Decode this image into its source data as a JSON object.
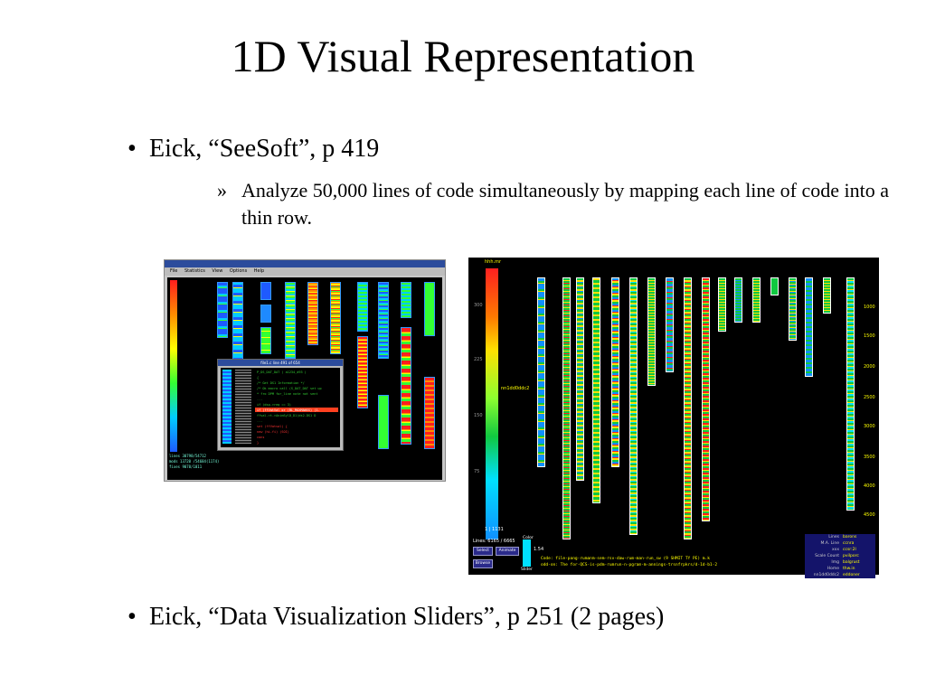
{
  "slide": {
    "title": "1D Visual Representation",
    "bullet_glyph": "•",
    "sub_bullet_glyph": "»",
    "bullets": [
      {
        "text": "Eick, “SeeSoft”,  p 419",
        "sub": [
          "Analyze 50,000 lines of code simultaneously by mapping each line of code into a thin row."
        ]
      },
      {
        "text": "Eick, “Data Visualization Sliders”,  p 251  (2 pages)"
      }
    ]
  },
  "seesoft_window": {
    "menu": [
      "File",
      "Statistics",
      "View",
      "Options",
      "Help"
    ],
    "dialog_title": "file1.c  line 491 of 654",
    "stats": [
      "lines  30798/54712",
      "mods   13720 /54684(1174)",
      "fixes  9078/1011"
    ],
    "code_lines": [
      "P_DS_DAT_DAT ( a1234_d93 )",
      "{",
      "  /* Get DS1 Information */",
      "  /* Ok macro call (S_DAT_DAT set up",
      "  * fro DPM for_line note not sent",
      "  ...",
      "  if (dsp->req == 3)",
      "  if (ffVatVal or (BL_MAXMANSS) (1-",
      "  ffval->t->AnimSylD_D1(ds2.DS1 D",
      "  ...",
      "  set (ffVatval) {",
      "  new (hi-fi) (SOI)",
      "    cons",
      "  }"
    ]
  },
  "seesoft_display": {
    "scale_caption": "hhh.mr",
    "scale_ticks": [
      "300",
      "225",
      "150",
      "75"
    ],
    "scale_readout": "1 | 1131",
    "side_label": "nn1dd0ddc2",
    "right_ticks": [
      "1000",
      "1500",
      "2000",
      "2500",
      "3000",
      "3500",
      "4000",
      "4500"
    ],
    "status_line": "Lines: 6165 / 6665",
    "buttons": [
      "Select",
      "Animate",
      "Browse"
    ],
    "color_caption": [
      "Color",
      "Slider"
    ],
    "color_value": "1.54",
    "info_lines": [
      "Code: file-pang-rumanm-sem-rsv-daw-rum-man-run_sw (9 SHMIT TY PE) m.k",
      "odd-on: The for-QCS-is-pdm-rumrun-n-pgram-m-annings-trsnfrpkrs/d-1d-b1-2"
    ],
    "legend": [
      {
        "k": "Lines",
        "v": "barons"
      },
      {
        "k": "M.A. Line",
        "v": "ccnra"
      },
      {
        "k": "xxx",
        "v": "ccsr:2l"
      },
      {
        "k": "Scale Count",
        "v": "pvilporc"
      },
      {
        "k": "Img",
        "v": "balgrust"
      },
      {
        "k": "Home",
        "v": "thw.in"
      },
      {
        "k": "nn1dd0ddc2",
        "v": "eddoner"
      }
    ]
  }
}
